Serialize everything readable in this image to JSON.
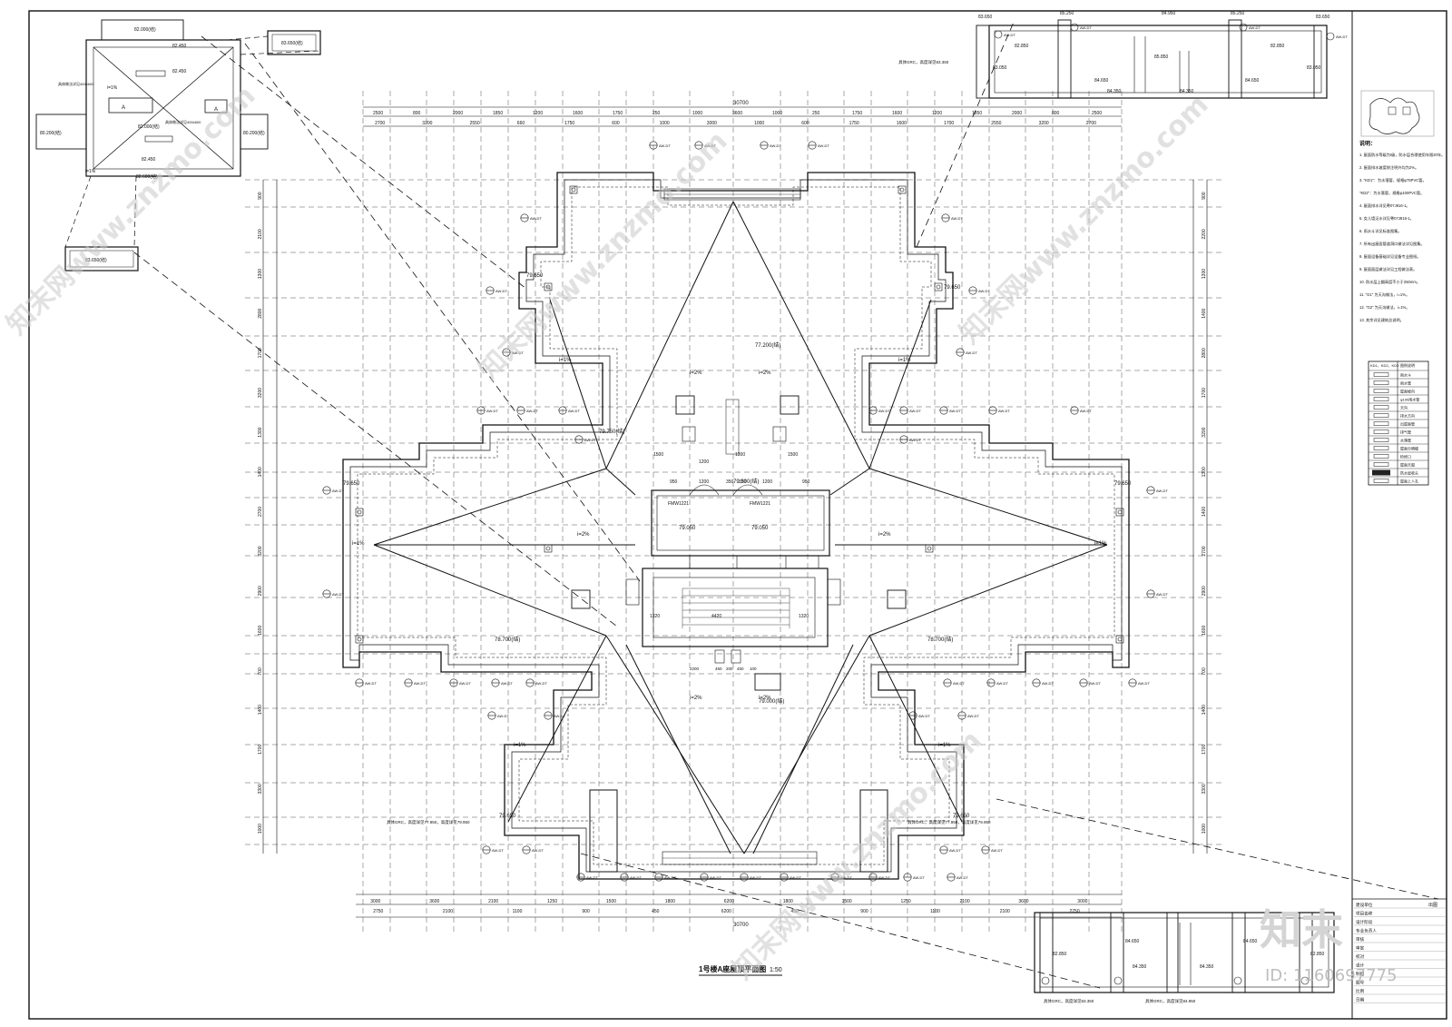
{
  "drawing": {
    "title": "1号楼A座屋顶平面图",
    "scale": "1:50",
    "overall_dim_top": "30700",
    "overall_dim_bottom": "30700"
  },
  "top_dims_row1": [
    "2500",
    "800",
    "2000",
    "1850",
    "1200",
    "1600",
    "1750",
    "250",
    "1000",
    "3600",
    "1000",
    "250",
    "1750",
    "1600",
    "1200",
    "1850",
    "2000",
    "800",
    "2500"
  ],
  "top_dims_row2": [
    "2700",
    "3200",
    "2550",
    "660",
    "1750",
    "600",
    "1000",
    "3000",
    "1000",
    "600",
    "1750",
    "1600",
    "1700",
    "2550",
    "3200",
    "2700"
  ],
  "bottom_dims_row1": [
    "3000",
    "3600",
    "2100",
    "1250",
    "1500",
    "1800",
    "6200",
    "1800",
    "1500",
    "1250",
    "2100",
    "3600",
    "3000"
  ],
  "bottom_dims_row2": [
    "2750",
    "2100",
    "1100",
    "900",
    "450",
    "6200",
    "450",
    "900",
    "1100",
    "2100",
    "2750"
  ],
  "left_dims": [
    "900",
    "2100",
    "1300",
    "2800",
    "1700",
    "3200",
    "1300",
    "1400",
    "2700",
    "3200",
    "2900",
    "1600",
    "700",
    "1400",
    "1700",
    "3300",
    "1000"
  ],
  "right_dims": [
    "900",
    "2200",
    "1300",
    "1400",
    "2800",
    "1700",
    "3200",
    "1300",
    "1400",
    "2700",
    "2900",
    "1600",
    "700",
    "1400",
    "1700",
    "3300",
    "1000"
  ],
  "elevations": {
    "roof_main": "77.200(结)",
    "core_left": "79.050",
    "core_right": "79.050",
    "left_side": "78.700(结)",
    "right_side": "78.700(结)",
    "stair_bottom": "79.000(结)",
    "left_upper": "79.650",
    "right_upper": "79.650",
    "left_lower": "79.650",
    "right_lower": "79.650",
    "bottom_left": "79.650",
    "bottom_right": "79.650",
    "core_top": "79.300(结)",
    "left_mid_box": "79.750(结)"
  },
  "slopes": [
    "i=2%",
    "i=2%",
    "i=2%",
    "i=2%",
    "i=2%",
    "i=2%",
    "i=1%",
    "i=1%",
    "i=1%",
    "i=1%",
    "i=1%",
    "i=1%"
  ],
  "core": {
    "dims_top": [
      "950",
      "1200",
      "350",
      "350",
      "1200",
      "950"
    ],
    "dims_bottom": [
      "1320",
      "4420",
      "1320"
    ],
    "doors": [
      "FMW1221",
      "FMW1221"
    ],
    "stair_dims": [
      "1500",
      "1200",
      "1300",
      "1500"
    ],
    "core_below": [
      "2200",
      "450",
      "200",
      "450",
      "100"
    ]
  },
  "tags": {
    "drain": "AW-DT",
    "drain_note": "雨水斗",
    "ref": "1a",
    "ref_detail": "AW-DT",
    "gutter_ref": "G2",
    "std_ref": "粤07J916-1"
  },
  "detail_top_left": {
    "el1": "82.000(结)",
    "el2": "82.450",
    "el3": "82.450",
    "el4": "82.000(结)",
    "el5": "82.450",
    "el6": "82.600(结)",
    "el7": "83.650(结)",
    "el8": "83.650(结)",
    "el9": "80.200(结)",
    "el10": "80.200(结)",
    "slope1": "i=1%",
    "slope2": "i=1%",
    "note1": "具体做法详见400x600",
    "note2": "具体做法详见400x600",
    "label_a": "A",
    "label_b": "A"
  },
  "detail_top_right": {
    "els": [
      "83.650",
      "85.250",
      "84.950",
      "85.250",
      "83.650"
    ],
    "inner_els": [
      "82.850",
      "84.650",
      "84.350",
      "84.350",
      "84.650",
      "82.850",
      "83.050",
      "83.050",
      "85.850"
    ],
    "note": "具体GRC，高度详见83.350",
    "drain": "AW-DT"
  },
  "detail_bottom_right": {
    "inner_els": [
      "82.850",
      "84.650",
      "84.350",
      "84.350",
      "84.650",
      "82.850"
    ],
    "note1": "具体GRC，高度详见83.350",
    "note2": "具体GRC，高度详见84.950"
  },
  "bottom_notes": {
    "left": "具体GRC，高度详见77.950，高度详见79.950",
    "right": "具体GRC，高度详见77.950，高度详见79.950"
  },
  "notes_panel": {
    "heading": "说明：",
    "lines": [
      "1. 屋面防水等级为I级，防水层合理使用年限20年。",
      "2. 屋面排水坡度除注明外均为2%。",
      "3. \"KD1\"：为水落管，规格φ75PVC管。",
      "\"KD2\"：为水落管，规格φ100PVC管。",
      "4. 屋面排水详见粤07J916-1。",
      "5. 女儿墙泛水详见粤07J916-1。",
      "6. 雨水斗详见标准图集。",
      "7. 所有出屋面管道洞口做法详见图集。",
      "8. 屋面设备基础详见设备专业图纸。",
      "9. 屋面面层做法详见工程做法表。",
      "10. 防水层上翻高度不小于250mm。",
      "11. \"G1\" 为天沟做法，i=1%。",
      "12. \"G2\" 为天沟做法，i=1%。",
      "13. 其余详见建筑总说明。"
    ],
    "legend_heading": "KD1、KD2、KD3",
    "legend_col": "图例说明",
    "legend": [
      "雨水斗",
      "雨水管",
      "屋面坡向",
      "φ100雨水管",
      "天沟",
      "排水方向",
      "出屋面管",
      "排气管",
      "水落管",
      "屋面分隔缝",
      "检修口",
      "屋面天窗",
      "防水层收头",
      "屋面上人孔"
    ]
  },
  "title_block": {
    "rows": [
      "建设单位",
      "项目名称",
      "设计阶段",
      "专业负责人",
      "审核",
      "审定",
      "校对",
      "设计",
      "制图",
      "图号",
      "比例",
      "日期"
    ],
    "rows_right": [
      "出图"
    ]
  },
  "watermarks": [
    "知末网www.znzmo.com",
    "知末网www.znzmo.com",
    "知末网www.znzmo.com",
    "知末网www.znzmo.com"
  ],
  "brand": {
    "logo": "知末",
    "id": "ID: 1160697775"
  }
}
